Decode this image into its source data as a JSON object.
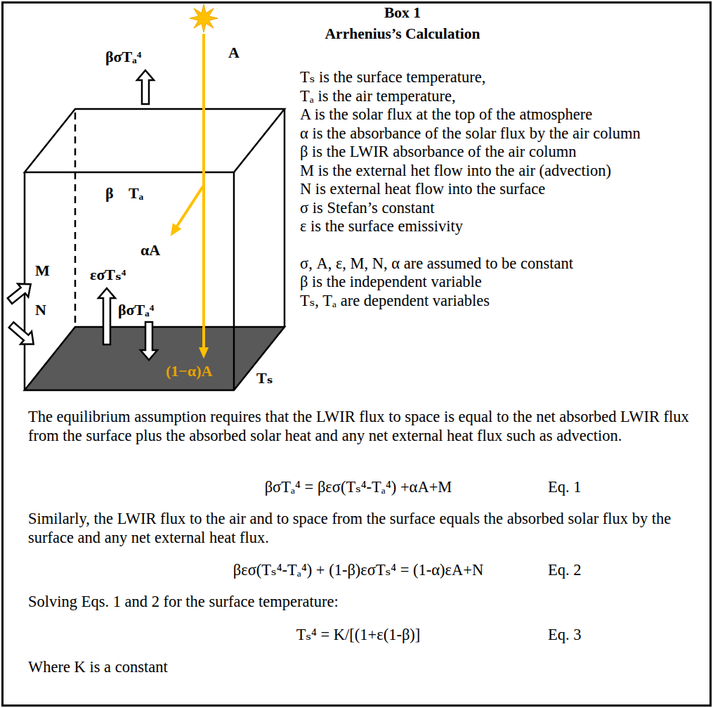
{
  "diagram": {
    "title": "Box 1",
    "labels": [
      "Arrhenius’s Calculation",
      "βσTₐ⁴",
      "A",
      "β",
      "Tₐ",
      "αA",
      "M",
      "εσTₛ⁴",
      "βσTₐ⁴",
      "N",
      "(1−α)A",
      "Tₛ",
      "Tₛ is the surface temperature,",
      "Tₐ is the air temperature,",
      "A is the solar flux at the top of the atmosphere",
      "α is the absorbance of the solar flux by the air column",
      "β is the LWIR absorbance of the air column",
      "M is the external het flow into the air (advection)",
      "N is external heat flow into the surface",
      "σ is Stefan’s constant",
      "ε is the surface emissivity",
      "σ, A, ε, M, N, α are assumed to be constant",
      "β is the independent variable",
      "Tₛ, Tₐ are dependent variables",
      "The equilibrium assumption requires that the LWIR flux to space is equal to the net absorbed LWIR flux from the surface plus the absorbed solar heat and any net external heat flux such as advection.",
      "βσTₐ⁴ = βεσ(Tₛ⁴-Tₐ⁴) +αA+M",
      "Eq. 1",
      "Similarly, the LWIR flux to the air and to space from the surface equals the absorbed solar flux by the surface and any net external heat flux.",
      "βεσ(Tₛ⁴-Tₐ⁴) + (1-β)εσTₛ⁴ = (1-α)εA+N",
      "Eq. 2",
      "Solving Eqs. 1 and 2 for the surface temperature:",
      "Tₛ⁴ = K/[(1+ε(1-β)]",
      "Eq. 3",
      "Where K is a constant"
    ]
  }
}
